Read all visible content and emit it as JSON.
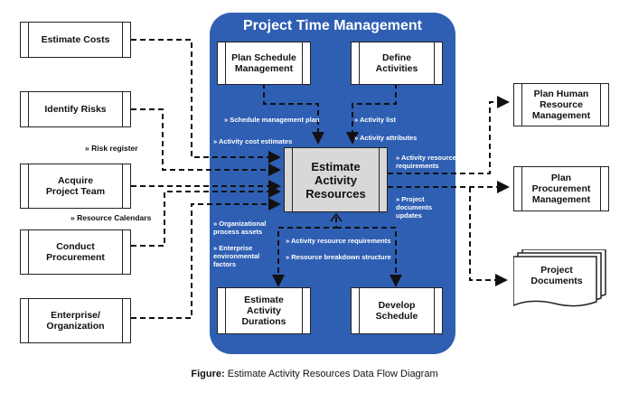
{
  "title": "Project Time Management",
  "core_process": "Estimate\nActivity\nResources",
  "inputs_left": [
    "Estimate Costs",
    "Identify Risks",
    "Acquire\nProject Team",
    "Conduct\nProcurement",
    "Enterprise/\nOrganization"
  ],
  "inner_top": [
    "Plan Schedule\nManagement",
    "Define\nActivities"
  ],
  "inner_bottom": [
    "Estimate\nActivity\nDurations",
    "Develop\nSchedule"
  ],
  "outputs_right": [
    "Plan Human\nResource\nManagement",
    "Plan\nProcurement\nManagement",
    "Project\nDocuments"
  ],
  "flow_labels": {
    "schedule_plan": "» Schedule management plan",
    "cost_estimates": "» Activity cost estimates",
    "activity_list": "» Activity list",
    "activity_attributes": "» Activity attributes",
    "risk_register": "» Risk register",
    "resource_calendars": "» Resource Calendars",
    "org_assets": "» Organizational\n   process assets",
    "env_factors": "» Enterprise\n   environmental\n   factors",
    "resource_requirements_out": "» Activity resource\n   requirements",
    "documents_updates": "» Project\n   documents\n   updates",
    "resource_requirements_down": "» Activity resource requirements",
    "breakdown_structure": "» Resource breakdown structure"
  },
  "caption": {
    "prefix": "Figure:",
    "text": " Estimate Activity Resources Data Flow Diagram"
  },
  "colors": {
    "panel": "#2f5fb3",
    "core": "#d8d8d8",
    "line": "#111111"
  }
}
